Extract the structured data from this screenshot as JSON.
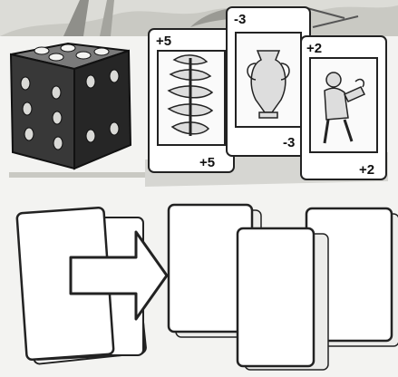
{
  "cards": [
    {
      "top_value": "+5",
      "bottom_value": "+5",
      "picture": "vertebrae-illustration"
    },
    {
      "top_value": "-3",
      "bottom_value": "-3",
      "picture": "vase-illustration"
    },
    {
      "top_value": "+2",
      "bottom_value": "+2",
      "picture": "figure-illustration"
    }
  ],
  "die": {
    "top_face_pips": 5,
    "left_face_pips": 6,
    "right_face_pips": 4
  },
  "arrow": {
    "direction": "right"
  },
  "colors": {
    "die": "#2f2f2f",
    "card_border": "#222222",
    "card_face": "#ffffff",
    "background": "#f3f3f1"
  }
}
